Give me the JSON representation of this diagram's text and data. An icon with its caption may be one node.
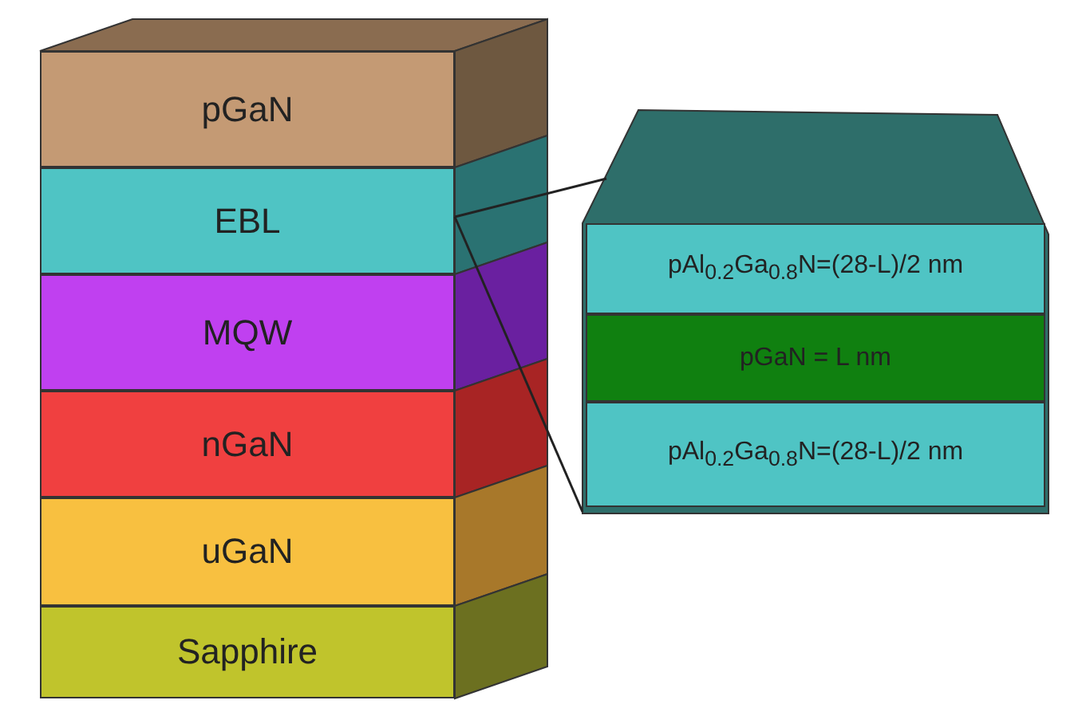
{
  "diagram": {
    "nodes": [
      {
        "text": [
          "pGaN"
        ]
      },
      {
        "text": [
          "EBL"
        ]
      },
      {
        "text": [
          "MQW"
        ]
      },
      {
        "text": [
          "nGaN"
        ]
      },
      {
        "text": [
          "uGaN"
        ]
      },
      {
        "text": [
          "Sapphire"
        ]
      },
      {
        "text": [],
        "shape": "box"
      },
      {
        "text": [
          "pAl$_{0.2}$Ga$_{0.8}$N=(28-L)/2 nm"
        ],
        "in": 6
      },
      {
        "text": [
          "pGaN = L nm"
        ],
        "in": 6
      },
      {
        "text": [
          "pAl$_{0.2}$Ga$_{0.8}$N=(28-L)/2 nm"
        ],
        "in": 6
      }
    ],
    "edges": [
      {
        "from": 1,
        "to": 6,
        "arrow": "none"
      },
      {
        "from": 1,
        "to": 6,
        "arrow": "none"
      }
    ]
  }
}
